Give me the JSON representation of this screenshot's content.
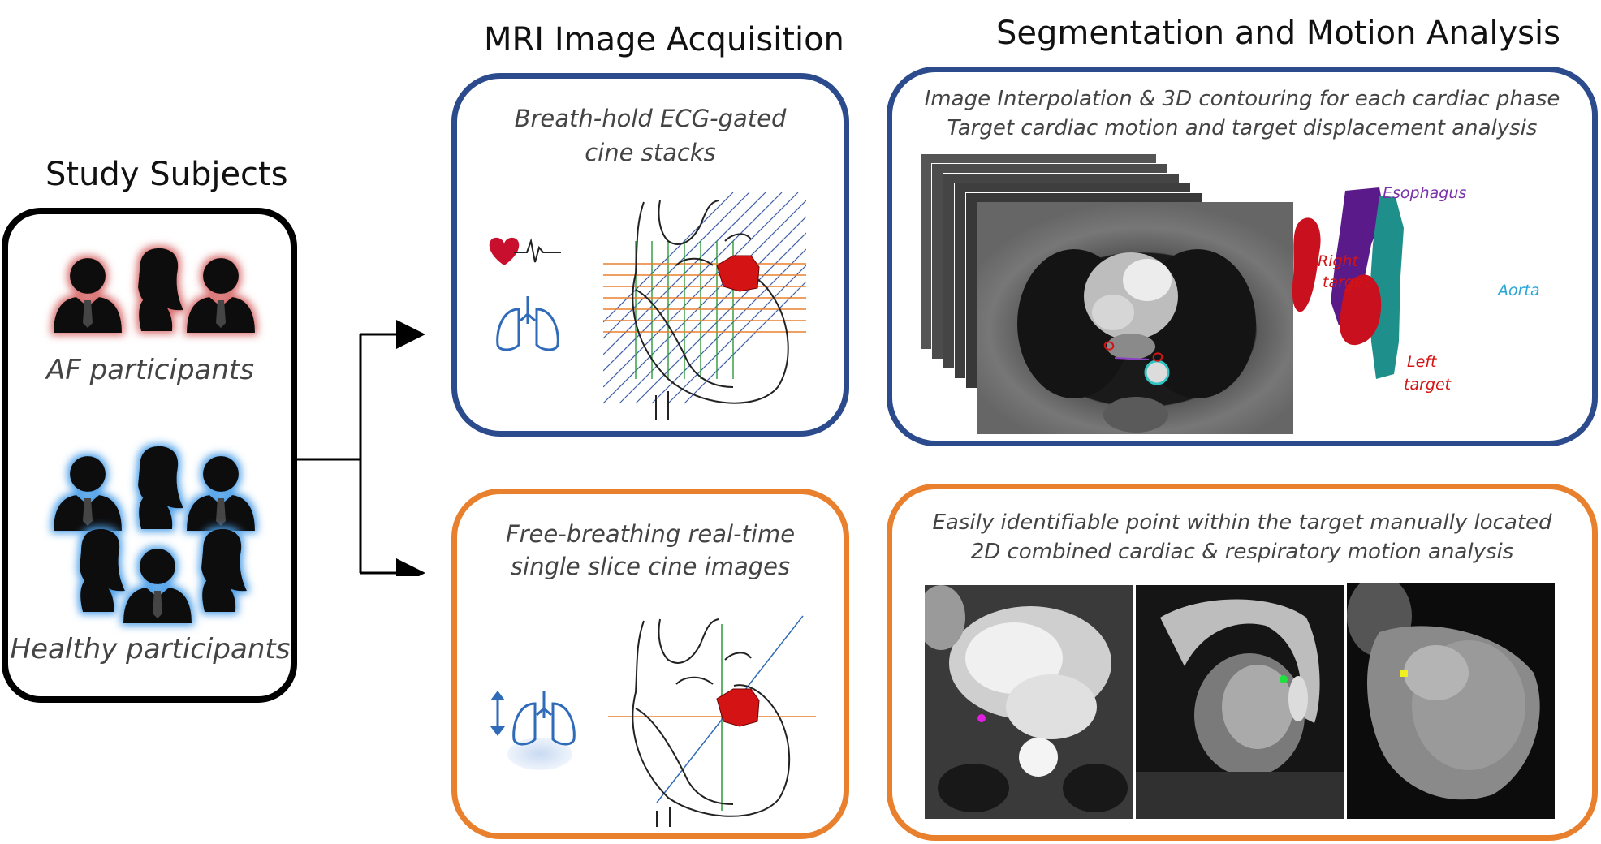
{
  "headings": {
    "study": "Study Subjects",
    "mri": "MRI Image Acquisition",
    "seg": "Segmentation and Motion Analysis"
  },
  "subjects": {
    "af_label": "AF participants",
    "healthy_label": "Healthy participants"
  },
  "acquisition": {
    "top_caption_1": "Breath-hold ECG-gated",
    "top_caption_2": "cine stacks",
    "bottom_caption_1": "Free-breathing real-time",
    "bottom_caption_2": "single slice cine images"
  },
  "analysis": {
    "top_caption_1": "Image Interpolation & 3D contouring for each cardiac phase",
    "top_caption_2": "Target cardiac motion and target displacement analysis",
    "bottom_caption_1": "Easily identifiable point within the target manually located",
    "bottom_caption_2": "2D combined cardiac & respiratory motion analysis",
    "labels": {
      "esophagus": "Esophagus",
      "right_target_1": "Right",
      "right_target_2": "target",
      "aorta": "Aorta",
      "left_target_1": "Left",
      "left_target_2": "target"
    }
  },
  "colors": {
    "blue_border": "#2b4b8c",
    "orange_border": "#e8802e",
    "af_glow": "#d86a6a",
    "healthy_glow": "#4a9ee8",
    "target_red": "#d41414",
    "esophagus_purple": "#7a30a8",
    "aorta_teal": "#1e8f8a",
    "aorta_label": "#2aa6d6"
  },
  "icons": [
    "person-male-icon",
    "person-female-icon",
    "heart-ecg-icon",
    "lungs-icon",
    "up-down-arrow-icon",
    "heart-diagram-icon"
  ]
}
